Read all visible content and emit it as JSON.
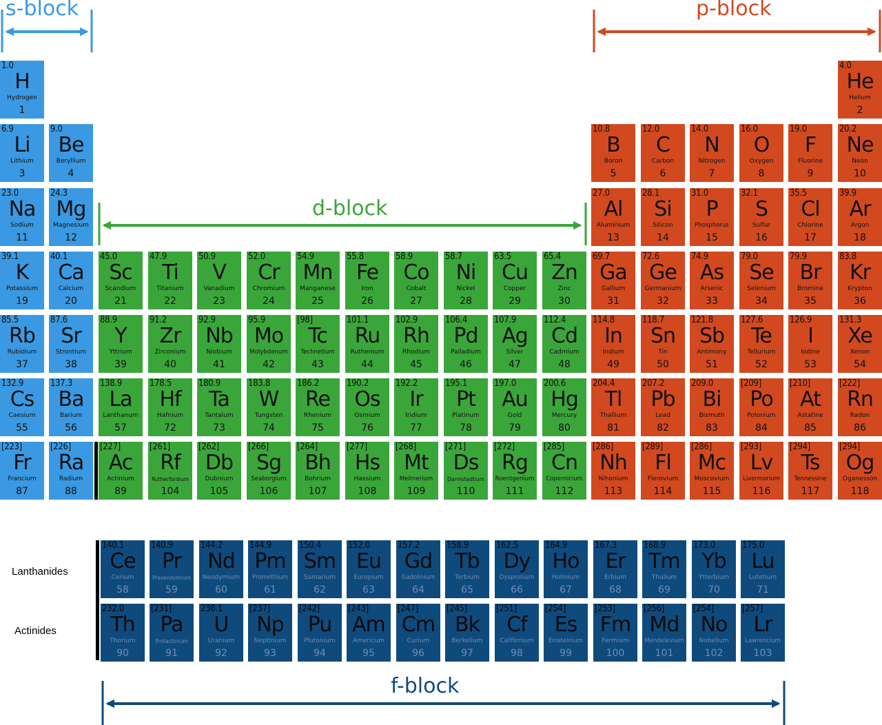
{
  "blocks": {
    "s": {
      "label": "s-block",
      "color": "#3a99e2"
    },
    "p": {
      "label": "p-block",
      "color": "#d2491f"
    },
    "d": {
      "label": "d-block",
      "color": "#3aa63a"
    },
    "f": {
      "label": "f-block",
      "color": "#0f4a7d"
    }
  },
  "series_labels": {
    "lanthanides": "Lanthanides",
    "actinides": "Actinides"
  },
  "elements": [
    {
      "n": 1,
      "s": "H",
      "name": "Hydrogen",
      "m": "1.0",
      "p": 1,
      "g": 1,
      "b": "s"
    },
    {
      "n": 2,
      "s": "He",
      "name": "Helium",
      "m": "4.0",
      "p": 1,
      "g": 18,
      "b": "p"
    },
    {
      "n": 3,
      "s": "Li",
      "name": "Lithium",
      "m": "6.9",
      "p": 2,
      "g": 1,
      "b": "s"
    },
    {
      "n": 4,
      "s": "Be",
      "name": "Beryllium",
      "m": "9.0",
      "p": 2,
      "g": 2,
      "b": "s"
    },
    {
      "n": 5,
      "s": "B",
      "name": "Boron",
      "m": "10.8",
      "p": 2,
      "g": 13,
      "b": "p"
    },
    {
      "n": 6,
      "s": "C",
      "name": "Carbon",
      "m": "12.0",
      "p": 2,
      "g": 14,
      "b": "p"
    },
    {
      "n": 7,
      "s": "N",
      "name": "Nitrogen",
      "m": "14.0",
      "p": 2,
      "g": 15,
      "b": "p"
    },
    {
      "n": 8,
      "s": "O",
      "name": "Oxygen",
      "m": "16.0",
      "p": 2,
      "g": 16,
      "b": "p"
    },
    {
      "n": 9,
      "s": "F",
      "name": "Fluorine",
      "m": "19.0",
      "p": 2,
      "g": 17,
      "b": "p"
    },
    {
      "n": 10,
      "s": "Ne",
      "name": "Neon",
      "m": "20.2",
      "p": 2,
      "g": 18,
      "b": "p"
    },
    {
      "n": 11,
      "s": "Na",
      "name": "Sodium",
      "m": "23.0",
      "p": 3,
      "g": 1,
      "b": "s"
    },
    {
      "n": 12,
      "s": "Mg",
      "name": "Magnesium",
      "m": "24.3",
      "p": 3,
      "g": 2,
      "b": "s"
    },
    {
      "n": 13,
      "s": "Al",
      "name": "Aluminium",
      "m": "27.0",
      "p": 3,
      "g": 13,
      "b": "p"
    },
    {
      "n": 14,
      "s": "Si",
      "name": "Silicon",
      "m": "28.1",
      "p": 3,
      "g": 14,
      "b": "p"
    },
    {
      "n": 15,
      "s": "P",
      "name": "Phosphorus",
      "m": "31.0",
      "p": 3,
      "g": 15,
      "b": "p"
    },
    {
      "n": 16,
      "s": "S",
      "name": "Sulfur",
      "m": "32.1",
      "p": 3,
      "g": 16,
      "b": "p"
    },
    {
      "n": 17,
      "s": "Cl",
      "name": "Chlorine",
      "m": "35.5",
      "p": 3,
      "g": 17,
      "b": "p"
    },
    {
      "n": 18,
      "s": "Ar",
      "name": "Argon",
      "m": "39.9",
      "p": 3,
      "g": 18,
      "b": "p"
    },
    {
      "n": 19,
      "s": "K",
      "name": "Potassium",
      "m": "39.1",
      "p": 4,
      "g": 1,
      "b": "s"
    },
    {
      "n": 20,
      "s": "Ca",
      "name": "Calcium",
      "m": "40.1",
      "p": 4,
      "g": 2,
      "b": "s"
    },
    {
      "n": 21,
      "s": "Sc",
      "name": "Scandium",
      "m": "45.0",
      "p": 4,
      "g": 3,
      "b": "d"
    },
    {
      "n": 22,
      "s": "Ti",
      "name": "Titanium",
      "m": "47.9",
      "p": 4,
      "g": 4,
      "b": "d"
    },
    {
      "n": 23,
      "s": "V",
      "name": "Vanadium",
      "m": "50.9",
      "p": 4,
      "g": 5,
      "b": "d"
    },
    {
      "n": 24,
      "s": "Cr",
      "name": "Chromium",
      "m": "52.0",
      "p": 4,
      "g": 6,
      "b": "d"
    },
    {
      "n": 25,
      "s": "Mn",
      "name": "Manganese",
      "m": "54.9",
      "p": 4,
      "g": 7,
      "b": "d"
    },
    {
      "n": 26,
      "s": "Fe",
      "name": "Iron",
      "m": "55.8",
      "p": 4,
      "g": 8,
      "b": "d"
    },
    {
      "n": 27,
      "s": "Co",
      "name": "Cobalt",
      "m": "58.9",
      "p": 4,
      "g": 9,
      "b": "d"
    },
    {
      "n": 28,
      "s": "Ni",
      "name": "Nickel",
      "m": "58.7",
      "p": 4,
      "g": 10,
      "b": "d"
    },
    {
      "n": 29,
      "s": "Cu",
      "name": "Copper",
      "m": "63.5",
      "p": 4,
      "g": 11,
      "b": "d"
    },
    {
      "n": 30,
      "s": "Zn",
      "name": "Zinc",
      "m": "65.4",
      "p": 4,
      "g": 12,
      "b": "d"
    },
    {
      "n": 31,
      "s": "Ga",
      "name": "Gallium",
      "m": "69.7",
      "p": 4,
      "g": 13,
      "b": "p"
    },
    {
      "n": 32,
      "s": "Ge",
      "name": "Germanium",
      "m": "72.6",
      "p": 4,
      "g": 14,
      "b": "p"
    },
    {
      "n": 33,
      "s": "As",
      "name": "Arsenic",
      "m": "74.9",
      "p": 4,
      "g": 15,
      "b": "p"
    },
    {
      "n": 34,
      "s": "Se",
      "name": "Selenium",
      "m": "79.0",
      "p": 4,
      "g": 16,
      "b": "p"
    },
    {
      "n": 35,
      "s": "Br",
      "name": "Bromine",
      "m": "79.9",
      "p": 4,
      "g": 17,
      "b": "p"
    },
    {
      "n": 36,
      "s": "Kr",
      "name": "Krypton",
      "m": "83.8",
      "p": 4,
      "g": 18,
      "b": "p"
    },
    {
      "n": 37,
      "s": "Rb",
      "name": "Rubidium",
      "m": "85.5",
      "p": 5,
      "g": 1,
      "b": "s"
    },
    {
      "n": 38,
      "s": "Sr",
      "name": "Strontium",
      "m": "87.6",
      "p": 5,
      "g": 2,
      "b": "s"
    },
    {
      "n": 39,
      "s": "Y",
      "name": "Yttrium",
      "m": "88.9",
      "p": 5,
      "g": 3,
      "b": "d"
    },
    {
      "n": 40,
      "s": "Zr",
      "name": "Zirconium",
      "m": "91.2",
      "p": 5,
      "g": 4,
      "b": "d"
    },
    {
      "n": 41,
      "s": "Nb",
      "name": "Niobium",
      "m": "92.9",
      "p": 5,
      "g": 5,
      "b": "d"
    },
    {
      "n": 42,
      "s": "Mo",
      "name": "Molybdenum",
      "m": "95.9",
      "p": 5,
      "g": 6,
      "b": "d"
    },
    {
      "n": 43,
      "s": "Tc",
      "name": "Technetium",
      "m": "[98]",
      "p": 5,
      "g": 7,
      "b": "d"
    },
    {
      "n": 44,
      "s": "Ru",
      "name": "Ruthenium",
      "m": "101.1",
      "p": 5,
      "g": 8,
      "b": "d"
    },
    {
      "n": 45,
      "s": "Rh",
      "name": "Rhodium",
      "m": "102.9",
      "p": 5,
      "g": 9,
      "b": "d"
    },
    {
      "n": 46,
      "s": "Pd",
      "name": "Palladium",
      "m": "106.4",
      "p": 5,
      "g": 10,
      "b": "d"
    },
    {
      "n": 47,
      "s": "Ag",
      "name": "Silver",
      "m": "107.9",
      "p": 5,
      "g": 11,
      "b": "d"
    },
    {
      "n": 48,
      "s": "Cd",
      "name": "Cadmium",
      "m": "112.4",
      "p": 5,
      "g": 12,
      "b": "d"
    },
    {
      "n": 49,
      "s": "In",
      "name": "Indium",
      "m": "114.8",
      "p": 5,
      "g": 13,
      "b": "p"
    },
    {
      "n": 50,
      "s": "Sn",
      "name": "Tin",
      "m": "118.7",
      "p": 5,
      "g": 14,
      "b": "p"
    },
    {
      "n": 51,
      "s": "Sb",
      "name": "Antimony",
      "m": "121.8",
      "p": 5,
      "g": 15,
      "b": "p"
    },
    {
      "n": 52,
      "s": "Te",
      "name": "Tellurium",
      "m": "127.6",
      "p": 5,
      "g": 16,
      "b": "p"
    },
    {
      "n": 53,
      "s": "I",
      "name": "Iodine",
      "m": "126.9",
      "p": 5,
      "g": 17,
      "b": "p"
    },
    {
      "n": 54,
      "s": "Xe",
      "name": "Xenon",
      "m": "131.3",
      "p": 5,
      "g": 18,
      "b": "p"
    },
    {
      "n": 55,
      "s": "Cs",
      "name": "Caesium",
      "m": "132.9",
      "p": 6,
      "g": 1,
      "b": "s"
    },
    {
      "n": 56,
      "s": "Ba",
      "name": "Barium",
      "m": "137.3",
      "p": 6,
      "g": 2,
      "b": "s"
    },
    {
      "n": 57,
      "s": "La",
      "name": "Lanthanum",
      "m": "138.9",
      "p": 6,
      "g": 3,
      "b": "d"
    },
    {
      "n": 72,
      "s": "Hf",
      "name": "Hafnium",
      "m": "178.5",
      "p": 6,
      "g": 4,
      "b": "d"
    },
    {
      "n": 73,
      "s": "Ta",
      "name": "Tantalum",
      "m": "180.9",
      "p": 6,
      "g": 5,
      "b": "d"
    },
    {
      "n": 74,
      "s": "W",
      "name": "Tungsten",
      "m": "183.8",
      "p": 6,
      "g": 6,
      "b": "d"
    },
    {
      "n": 75,
      "s": "Re",
      "name": "Rhenium",
      "m": "186.2",
      "p": 6,
      "g": 7,
      "b": "d"
    },
    {
      "n": 76,
      "s": "Os",
      "name": "Osmium",
      "m": "190.2",
      "p": 6,
      "g": 8,
      "b": "d"
    },
    {
      "n": 77,
      "s": "Ir",
      "name": "Iridium",
      "m": "192.2",
      "p": 6,
      "g": 9,
      "b": "d"
    },
    {
      "n": 78,
      "s": "Pt",
      "name": "Platinum",
      "m": "195.1",
      "p": 6,
      "g": 10,
      "b": "d"
    },
    {
      "n": 79,
      "s": "Au",
      "name": "Gold",
      "m": "197.0",
      "p": 6,
      "g": 11,
      "b": "d"
    },
    {
      "n": 80,
      "s": "Hg",
      "name": "Mercury",
      "m": "200.6",
      "p": 6,
      "g": 12,
      "b": "d"
    },
    {
      "n": 81,
      "s": "Tl",
      "name": "Thallium",
      "m": "204.4",
      "p": 6,
      "g": 13,
      "b": "p"
    },
    {
      "n": 82,
      "s": "Pb",
      "name": "Lead",
      "m": "207.2",
      "p": 6,
      "g": 14,
      "b": "p"
    },
    {
      "n": 83,
      "s": "Bi",
      "name": "Bismuth",
      "m": "209.0",
      "p": 6,
      "g": 15,
      "b": "p"
    },
    {
      "n": 84,
      "s": "Po",
      "name": "Polonium",
      "m": "[209]",
      "p": 6,
      "g": 16,
      "b": "p"
    },
    {
      "n": 85,
      "s": "At",
      "name": "Astatine",
      "m": "[210]",
      "p": 6,
      "g": 17,
      "b": "p"
    },
    {
      "n": 86,
      "s": "Rn",
      "name": "Radon",
      "m": "[222]",
      "p": 6,
      "g": 18,
      "b": "p"
    },
    {
      "n": 87,
      "s": "Fr",
      "name": "Francium",
      "m": "[223]",
      "p": 7,
      "g": 1,
      "b": "s"
    },
    {
      "n": 88,
      "s": "Ra",
      "name": "Radium",
      "m": "[226]",
      "p": 7,
      "g": 2,
      "b": "s"
    },
    {
      "n": 89,
      "s": "Ac",
      "name": "Actinium",
      "m": "[227]",
      "p": 7,
      "g": 3,
      "b": "d"
    },
    {
      "n": 104,
      "s": "Rf",
      "name": "Rutherfordium",
      "m": "[261]",
      "p": 7,
      "g": 4,
      "b": "d"
    },
    {
      "n": 105,
      "s": "Db",
      "name": "Dubnium",
      "m": "[262]",
      "p": 7,
      "g": 5,
      "b": "d"
    },
    {
      "n": 106,
      "s": "Sg",
      "name": "Seaborgium",
      "m": "[266]",
      "p": 7,
      "g": 6,
      "b": "d"
    },
    {
      "n": 107,
      "s": "Bh",
      "name": "Bohrium",
      "m": "[264]",
      "p": 7,
      "g": 7,
      "b": "d"
    },
    {
      "n": 108,
      "s": "Hs",
      "name": "Hassium",
      "m": "[277]",
      "p": 7,
      "g": 8,
      "b": "d"
    },
    {
      "n": 109,
      "s": "Mt",
      "name": "Meitnerium",
      "m": "[268]",
      "p": 7,
      "g": 9,
      "b": "d"
    },
    {
      "n": 110,
      "s": "Ds",
      "name": "Darmstadtium",
      "m": "[271]",
      "p": 7,
      "g": 10,
      "b": "d"
    },
    {
      "n": 111,
      "s": "Rg",
      "name": "Roentgenium",
      "m": "[272]",
      "p": 7,
      "g": 11,
      "b": "d"
    },
    {
      "n": 112,
      "s": "Cn",
      "name": "Copernicium",
      "m": "[285]",
      "p": 7,
      "g": 12,
      "b": "d"
    },
    {
      "n": 113,
      "s": "Nh",
      "name": "Nihonium",
      "m": "[286]",
      "p": 7,
      "g": 13,
      "b": "p"
    },
    {
      "n": 114,
      "s": "Fl",
      "name": "Flerovium",
      "m": "[289]",
      "p": 7,
      "g": 14,
      "b": "p"
    },
    {
      "n": 115,
      "s": "Mc",
      "name": "Moscovium",
      "m": "[286]",
      "p": 7,
      "g": 15,
      "b": "p"
    },
    {
      "n": 116,
      "s": "Lv",
      "name": "Livermorium",
      "m": "[293]",
      "p": 7,
      "g": 16,
      "b": "p"
    },
    {
      "n": 117,
      "s": "Ts",
      "name": "Tennessine",
      "m": "[294]",
      "p": 7,
      "g": 17,
      "b": "p"
    },
    {
      "n": 118,
      "s": "Og",
      "name": "Oganesson",
      "m": "[294]",
      "p": 7,
      "g": 18,
      "b": "p"
    },
    {
      "n": 58,
      "s": "Ce",
      "name": "Cerium",
      "m": "140.1",
      "p": "La",
      "g": 1,
      "b": "f"
    },
    {
      "n": 59,
      "s": "Pr",
      "name": "Praseodymium",
      "m": "140.9",
      "p": "La",
      "g": 2,
      "b": "f"
    },
    {
      "n": 60,
      "s": "Nd",
      "name": "Neodymium",
      "m": "144.2",
      "p": "La",
      "g": 3,
      "b": "f"
    },
    {
      "n": 61,
      "s": "Pm",
      "name": "Promethium",
      "m": "144.9",
      "p": "La",
      "g": 4,
      "b": "f"
    },
    {
      "n": 62,
      "s": "Sm",
      "name": "Samarium",
      "m": "150.4",
      "p": "La",
      "g": 5,
      "b": "f"
    },
    {
      "n": 63,
      "s": "Eu",
      "name": "Europium",
      "m": "152.0",
      "p": "La",
      "g": 6,
      "b": "f"
    },
    {
      "n": 64,
      "s": "Gd",
      "name": "Gadolinium",
      "m": "157.2",
      "p": "La",
      "g": 7,
      "b": "f"
    },
    {
      "n": 65,
      "s": "Tb",
      "name": "Terbium",
      "m": "158.9",
      "p": "La",
      "g": 8,
      "b": "f"
    },
    {
      "n": 66,
      "s": "Dy",
      "name": "Dysprosium",
      "m": "162.5",
      "p": "La",
      "g": 9,
      "b": "f"
    },
    {
      "n": 67,
      "s": "Ho",
      "name": "Holmium",
      "m": "164.9",
      "p": "La",
      "g": 10,
      "b": "f"
    },
    {
      "n": 68,
      "s": "Er",
      "name": "Erbium",
      "m": "167.3",
      "p": "La",
      "g": 11,
      "b": "f"
    },
    {
      "n": 69,
      "s": "Tm",
      "name": "Thulium",
      "m": "168.9",
      "p": "La",
      "g": 12,
      "b": "f"
    },
    {
      "n": 70,
      "s": "Yb",
      "name": "Ytterbium",
      "m": "173.0",
      "p": "La",
      "g": 13,
      "b": "f"
    },
    {
      "n": 71,
      "s": "Lu",
      "name": "Lutetium",
      "m": "175.0",
      "p": "La",
      "g": 14,
      "b": "f"
    },
    {
      "n": 90,
      "s": "Th",
      "name": "Thorium",
      "m": "232.0",
      "p": "Ac",
      "g": 1,
      "b": "f"
    },
    {
      "n": 91,
      "s": "Pa",
      "name": "Protactinium",
      "m": "[231]",
      "p": "Ac",
      "g": 2,
      "b": "f"
    },
    {
      "n": 92,
      "s": "U",
      "name": "Uranium",
      "m": "238.1",
      "p": "Ac",
      "g": 3,
      "b": "f"
    },
    {
      "n": 93,
      "s": "Np",
      "name": "Neptinium",
      "m": "[237]",
      "p": "Ac",
      "g": 4,
      "b": "f"
    },
    {
      "n": 94,
      "s": "Pu",
      "name": "Plutonium",
      "m": "[242]",
      "p": "Ac",
      "g": 5,
      "b": "f"
    },
    {
      "n": 95,
      "s": "Am",
      "name": "Americum",
      "m": "[243]",
      "p": "Ac",
      "g": 6,
      "b": "f"
    },
    {
      "n": 96,
      "s": "Cm",
      "name": "Curium",
      "m": "[247]",
      "p": "Ac",
      "g": 7,
      "b": "f"
    },
    {
      "n": 97,
      "s": "Bk",
      "name": "Berkelium",
      "m": "[245]",
      "p": "Ac",
      "g": 8,
      "b": "f"
    },
    {
      "n": 98,
      "s": "Cf",
      "name": "Californium",
      "m": "[251]",
      "p": "Ac",
      "g": 9,
      "b": "f"
    },
    {
      "n": 99,
      "s": "Es",
      "name": "Einsteinium",
      "m": "[254]",
      "p": "Ac",
      "g": 10,
      "b": "f"
    },
    {
      "n": 100,
      "s": "Fm",
      "name": "Fermium",
      "m": "[253]",
      "p": "Ac",
      "g": 11,
      "b": "f"
    },
    {
      "n": 101,
      "s": "Md",
      "name": "Mendelevium",
      "m": "[256]",
      "p": "Ac",
      "g": 12,
      "b": "f"
    },
    {
      "n": 102,
      "s": "No",
      "name": "Nobelium",
      "m": "[254]",
      "p": "Ac",
      "g": 13,
      "b": "f"
    },
    {
      "n": 103,
      "s": "Lr",
      "name": "Lawrencium",
      "m": "[257]",
      "p": "Ac",
      "g": 14,
      "b": "f"
    }
  ]
}
